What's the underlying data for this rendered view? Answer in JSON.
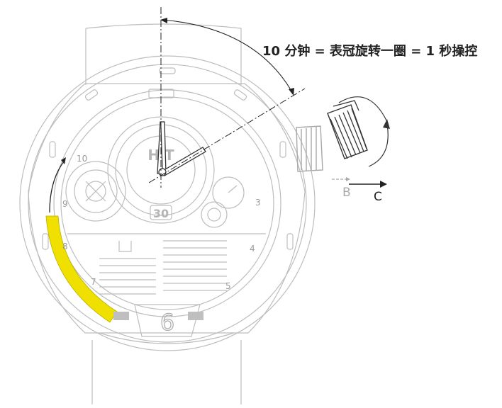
{
  "annotation": {
    "formula": "10 分钟 = 表冠旋转一圈 = 1 秒操控"
  },
  "labels": {
    "position_b": "B",
    "position_c": "C"
  },
  "dial": {
    "brand": "H T",
    "counter": "30",
    "bezel_numbers": [
      "10",
      "9",
      "8",
      "7",
      "5",
      "4",
      "3"
    ],
    "bottom_numeral": "6"
  },
  "colors": {
    "highlight": "#f0e000",
    "line": "#bdbdbd",
    "ink": "#222222"
  }
}
